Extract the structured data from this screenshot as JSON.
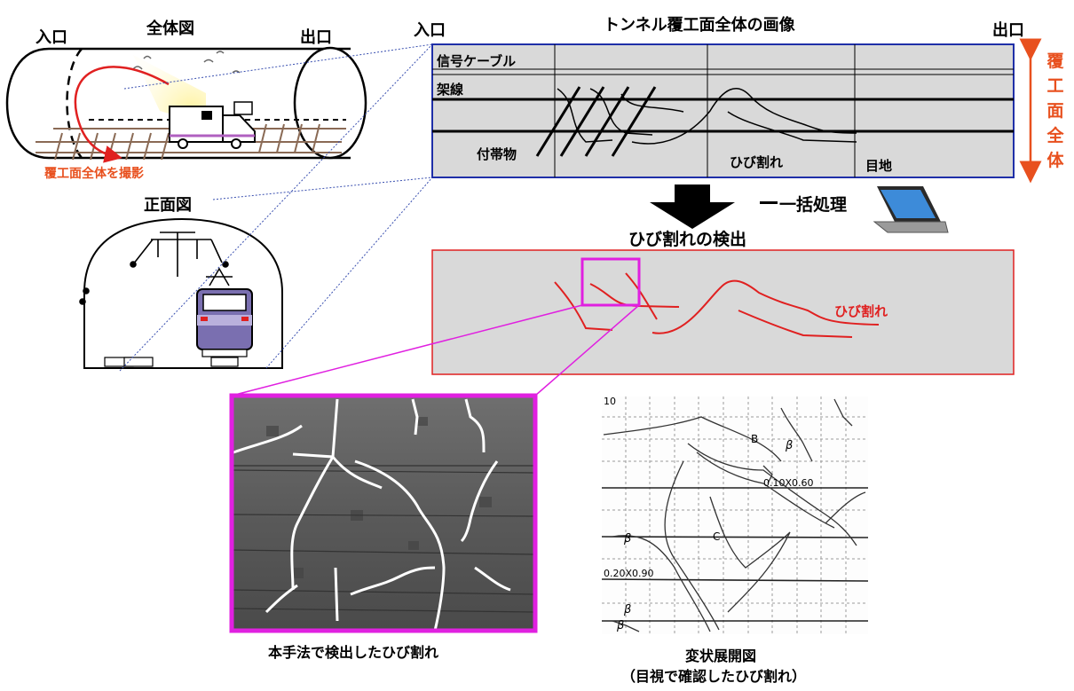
{
  "left": {
    "overall_view_title": "全体図",
    "entrance": "入口",
    "exit": "出口",
    "capture_caption": "覆工面全体を撮影",
    "front_view_title": "正面図"
  },
  "overview": {
    "entrance": "入口",
    "title": "トンネル覆工面全体の画像",
    "exit": "出口",
    "labels": {
      "signal_cable": "信号ケーブル",
      "overhead_wire": "架線",
      "attachment": "付帯物",
      "crack": "ひび割れ",
      "joint": "目地"
    },
    "vertical_label": [
      "覆",
      "工",
      "面",
      "全",
      "体"
    ]
  },
  "process": {
    "batch_label": "一括処理",
    "detection_title": "ひび割れの検出"
  },
  "detection": {
    "crack_label": "ひび割れ"
  },
  "bottom": {
    "photo_caption": "本手法で検出したひび割れ",
    "map_caption_1": "変状展開図",
    "map_caption_2": "（目視で確認したひび割れ）",
    "map_annotations": {
      "top_number": "10",
      "b_upper": "B",
      "beta_1": "β",
      "measure_1": "0.10X0.60",
      "c_mark": "C",
      "beta_2": "β",
      "measure_2": "0.20X0.90",
      "beta_3": "β",
      "beta_4": "β"
    }
  },
  "colors": {
    "blue_frame": "#1f2fa8",
    "red": "#e02020",
    "magenta": "#e020e0",
    "orange_label": "#e8501e",
    "panel_gray": "#d9d9d9"
  }
}
